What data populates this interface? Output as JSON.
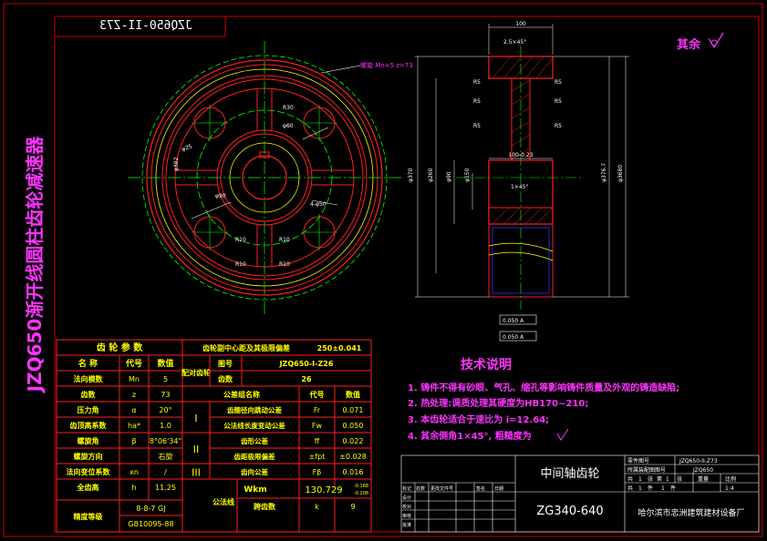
{
  "vertical_title": "JZQ650渐开线圆柱齿轮减速器",
  "drawing_no_mirror": "JZQ650-II-Z73",
  "rest_roughness": "其余",
  "gear_view": {
    "helix_note": "螺旋 Mn=5 z=73",
    "hole_label": "4-φ50",
    "r_labels": [
      "R10",
      "R10",
      "R10",
      "R10",
      "R30"
    ],
    "dims": [
      "φ25",
      "φ382",
      "φ90",
      "φ60"
    ]
  },
  "section_view": {
    "top_dim": "100",
    "chamfer_top": "2.5×45°",
    "chamfer_mid": "1×45°",
    "hub_dim": "100-0.23",
    "r_labels": [
      "R5",
      "R5",
      "R5",
      "R5",
      "R5",
      "R5"
    ],
    "left_dims": [
      "φ370",
      "φ260",
      "φ90",
      "φ150"
    ],
    "right_dims": [
      "φ376.7",
      "φ3680"
    ],
    "tol1": "0.050 A",
    "tol2": "0.050 A"
  },
  "gear_params": {
    "header": "齿 轮 参 数",
    "col_name": "名  称",
    "col_code": "代号",
    "col_value": "数值",
    "rows": [
      {
        "name": "法向模数",
        "code": "Mn",
        "value": "5"
      },
      {
        "name": "齿数",
        "code": "z",
        "value": "73"
      },
      {
        "name": "压力角",
        "code": "α",
        "value": "20°"
      },
      {
        "name": "齿顶高系数",
        "code": "ha*",
        "value": "1.0"
      },
      {
        "name": "螺旋角",
        "code": "β",
        "value": "8°06'34\""
      },
      {
        "name": "螺旋方向",
        "code": "",
        "value": "右旋"
      },
      {
        "name": "法向变位系数",
        "code": "xn",
        "value": "/"
      },
      {
        "name": "全齿高",
        "code": "h",
        "value": "11.25"
      }
    ],
    "accuracy_label": "精度等级",
    "accuracy_value1": "8-8-7 GJ",
    "accuracy_value2": "GB10095-88"
  },
  "mating": {
    "center_distance_label": "齿轮副中心距及其极限偏差",
    "center_distance_value": "250±0.041",
    "pair_label": "配对齿轮",
    "figno_label": "图号",
    "figno_value": "JZQ650-I-Z26",
    "teeth_label": "齿数",
    "teeth_value": "26",
    "group_label": "公差组名称",
    "code_label": "代号",
    "value_label": "数值",
    "groups": [
      {
        "roman": "I",
        "items": [
          {
            "name": "齿圈径向跳动公差",
            "code": "Fr",
            "value": "0.071"
          },
          {
            "name": "公法线长度变动公差",
            "code": "Fw",
            "value": "0.050"
          }
        ]
      },
      {
        "roman": "II",
        "items": [
          {
            "name": "齿形公差",
            "code": "ff",
            "value": "0.022"
          },
          {
            "name": "齿距极限偏差",
            "code": "±fpt",
            "value": "±0.028"
          }
        ]
      },
      {
        "roman": "III",
        "items": [
          {
            "name": "齿向公差",
            "code": "Fβ",
            "value": "0.016"
          }
        ]
      }
    ],
    "normal_label": "公法线",
    "wkm_label": "Wkm",
    "wkm_value": "130.729",
    "wkm_upper": "-0.168",
    "wkm_lower": "-0.208",
    "span_label": "跨齿数",
    "span_code": "k",
    "span_value": "9"
  },
  "tech": {
    "title": "技术说明",
    "notes": [
      "1. 铸件不得有砂眼、气孔、缩孔等影响铸件质量及外观的铸造缺陷;",
      "2. 热处理:调质处理其硬度为HB170~210;",
      "3. 本齿轮适合于速比为 i=12.64;",
      "4. 其余倒角1×45°, 粗糙度为"
    ]
  },
  "title_block": {
    "part_name": "中间轴齿轮",
    "material": "ZG340-640",
    "figno_label": "零件图号",
    "figno_value": "JZQ650-II-Z73",
    "assembly_label": "所属装配图图号",
    "assembly_value": "JZQ650",
    "sheets": [
      "共",
      "1",
      "张",
      "第",
      "1",
      "张"
    ],
    "weight_label": "重量",
    "scale_label": "比例",
    "scale_value": "1:4",
    "count": [
      "共",
      "1",
      "件",
      "1",
      "件"
    ],
    "company": "哈尔滨市忠洲建筑建材设备厂",
    "sign_row": [
      "标记",
      "处数",
      "更改文件号",
      "签名",
      "日期"
    ],
    "roles": [
      "设计",
      "校对",
      "审核",
      "批准"
    ]
  }
}
